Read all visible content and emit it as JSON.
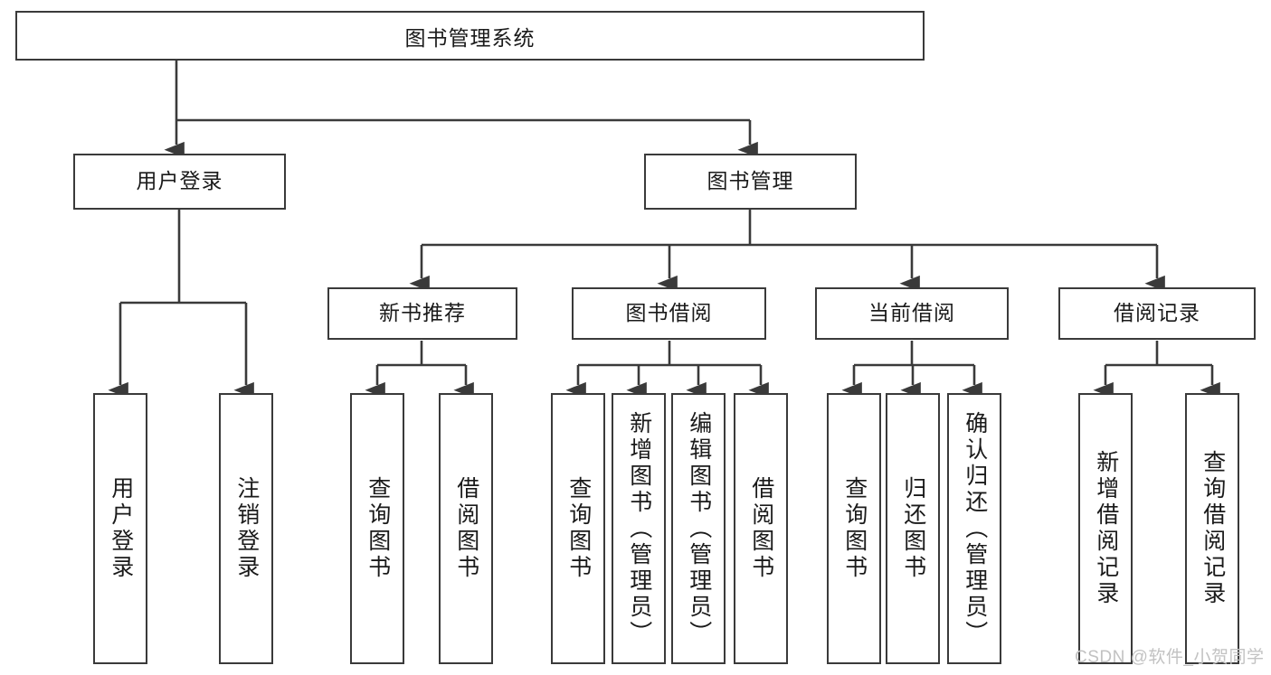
{
  "diagram": {
    "title": "图书管理系统",
    "watermark": "CSDN @软件_小贺同学",
    "edge_color": "#3a3a3a",
    "box_border_color": "#3a3a3a",
    "box_fill_color": "#ffffff",
    "text_color": "#1a1a1a",
    "watermark_color": "#c2c2c2"
  },
  "nodes": {
    "root": {
      "label": "图书管理系统"
    },
    "level2": [
      {
        "id": "user-login",
        "label": "用户登录"
      },
      {
        "id": "book-manage",
        "label": "图书管理"
      }
    ],
    "level3": [
      {
        "id": "new-book-recommend",
        "label": "新书推荐"
      },
      {
        "id": "book-borrow",
        "label": "图书借阅"
      },
      {
        "id": "current-borrow",
        "label": "当前借阅"
      },
      {
        "id": "borrow-record",
        "label": "借阅记录"
      }
    ],
    "leaves": {
      "user_login": [
        {
          "id": "leaf-user-login",
          "label": "用户登录"
        },
        {
          "id": "leaf-logout-login",
          "label": "注销登录"
        }
      ],
      "new_book_recommend": [
        {
          "id": "leaf-query-book-1",
          "label": "查询图书"
        },
        {
          "id": "leaf-borrow-book-1",
          "label": "借阅图书"
        }
      ],
      "book_borrow": [
        {
          "id": "leaf-query-book-2",
          "label": "查询图书"
        },
        {
          "id": "leaf-add-book",
          "label": "新增图书（管理员）"
        },
        {
          "id": "leaf-edit-book",
          "label": "编辑图书（管理员）"
        },
        {
          "id": "leaf-borrow-book-2",
          "label": "借阅图书"
        }
      ],
      "current_borrow": [
        {
          "id": "leaf-query-book-3",
          "label": "查询图书"
        },
        {
          "id": "leaf-return-book",
          "label": "归还图书"
        },
        {
          "id": "leaf-confirm-return",
          "label": "确认归还（管理员）"
        }
      ],
      "borrow_record": [
        {
          "id": "leaf-add-record",
          "label": "新增借阅记录"
        },
        {
          "id": "leaf-query-record",
          "label": "查询借阅记录"
        }
      ]
    }
  }
}
